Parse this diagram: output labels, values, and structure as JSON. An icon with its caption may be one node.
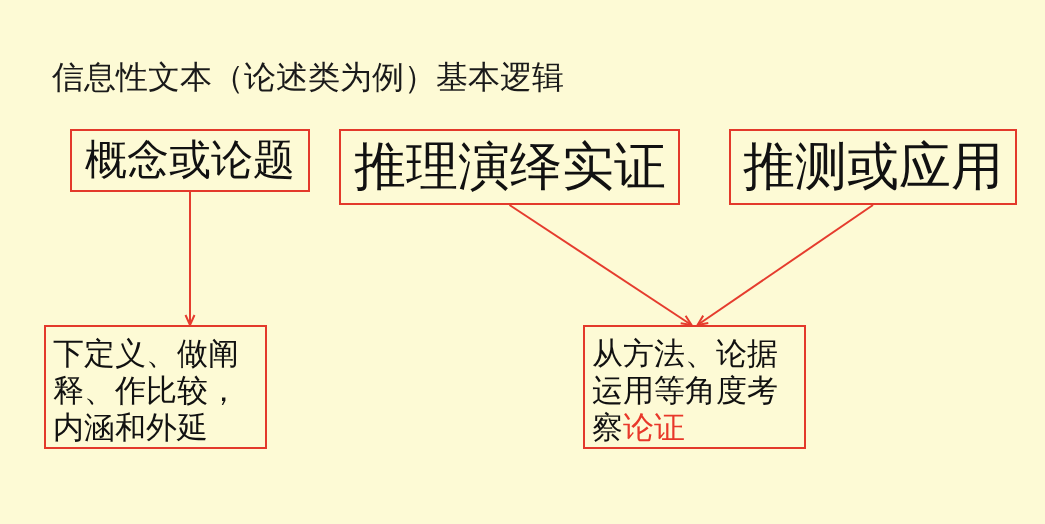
{
  "diagram": {
    "title": "信息性文本（论述类为例）基本逻辑",
    "nodes": [
      {
        "text": [
          "概念或论题"
        ]
      },
      {
        "text": [
          "推理演绎实证"
        ]
      },
      {
        "text": [
          "推测或应用"
        ]
      },
      {
        "text": [
          "下定义、做阐释、作比较，内涵和外延"
        ]
      },
      {
        "text": [
          "从方法、论据运用等角度考察**论证**"
        ]
      }
    ],
    "edges": [
      {
        "from": 0,
        "to": 3,
        "arrow": "to"
      },
      {
        "from": 1,
        "to": 4,
        "arrow": "to"
      },
      {
        "from": 2,
        "to": 4,
        "arrow": "to"
      }
    ]
  }
}
